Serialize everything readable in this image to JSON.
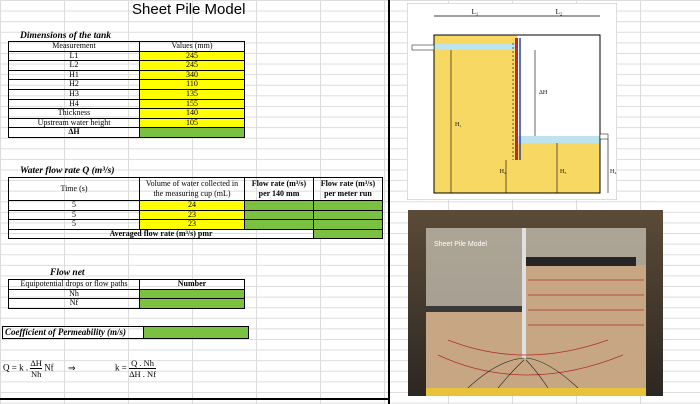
{
  "title": "Sheet Pile Model",
  "dims": {
    "heading": "Dimensions of the tank",
    "col1": "Measurement",
    "col2": "Values (mm)",
    "rows": [
      {
        "label": "L1",
        "value": "245"
      },
      {
        "label": "L2",
        "value": "245"
      },
      {
        "label": "H1",
        "value": "340"
      },
      {
        "label": "H2",
        "value": "110"
      },
      {
        "label": "H3",
        "value": "135"
      },
      {
        "label": "H4",
        "value": "155"
      },
      {
        "label": "Thickness",
        "value": "140"
      },
      {
        "label": "Upstream water height",
        "value": "105"
      },
      {
        "label": "ΔH",
        "value": ""
      }
    ]
  },
  "flow": {
    "heading": "Water flow rate Q (m³/s)",
    "col1": "Time (s)",
    "col2": "Volume of water collected in the measuring cup (mL)",
    "col3": "Flow rate (m³/s) per 140 mm",
    "col4": "Flow rate (m³/s) per meter run",
    "rows": [
      {
        "time": "5",
        "volume": "24"
      },
      {
        "time": "5",
        "volume": "23"
      },
      {
        "time": "5",
        "volume": "23"
      }
    ],
    "averaged": "Averaged flow rate (m³/s) pmr"
  },
  "flownet": {
    "heading": "Flow net",
    "col1": "Equipotential drops or flow paths",
    "col2": "Number",
    "rows": [
      {
        "label": "Nh"
      },
      {
        "label": "Nf"
      }
    ]
  },
  "permeability": {
    "heading": "Coefficient of Permeability (m/s)"
  },
  "formula": {
    "q_lhs": "Q = k .",
    "q_num": "ΔH",
    "q_den": "Nh",
    "q_tail": "Nf",
    "arrow": "⇒",
    "k_lhs": "k =",
    "k_num": "Q . Nh",
    "k_den": "ΔH . Nf"
  },
  "diagram": {
    "l1": "L₁",
    "l2": "L₂",
    "dh": "ΔH",
    "h1": "H₁",
    "h2": "H₂",
    "h3": "H₃",
    "h4": "H₄"
  },
  "photo": {
    "label": "Sheet Pile Model"
  },
  "colors": {
    "yellow": "#ffff00",
    "green": "#7ac142",
    "sand": "#f7d862",
    "water": "#bde3ef",
    "pile": "#c0282b"
  }
}
